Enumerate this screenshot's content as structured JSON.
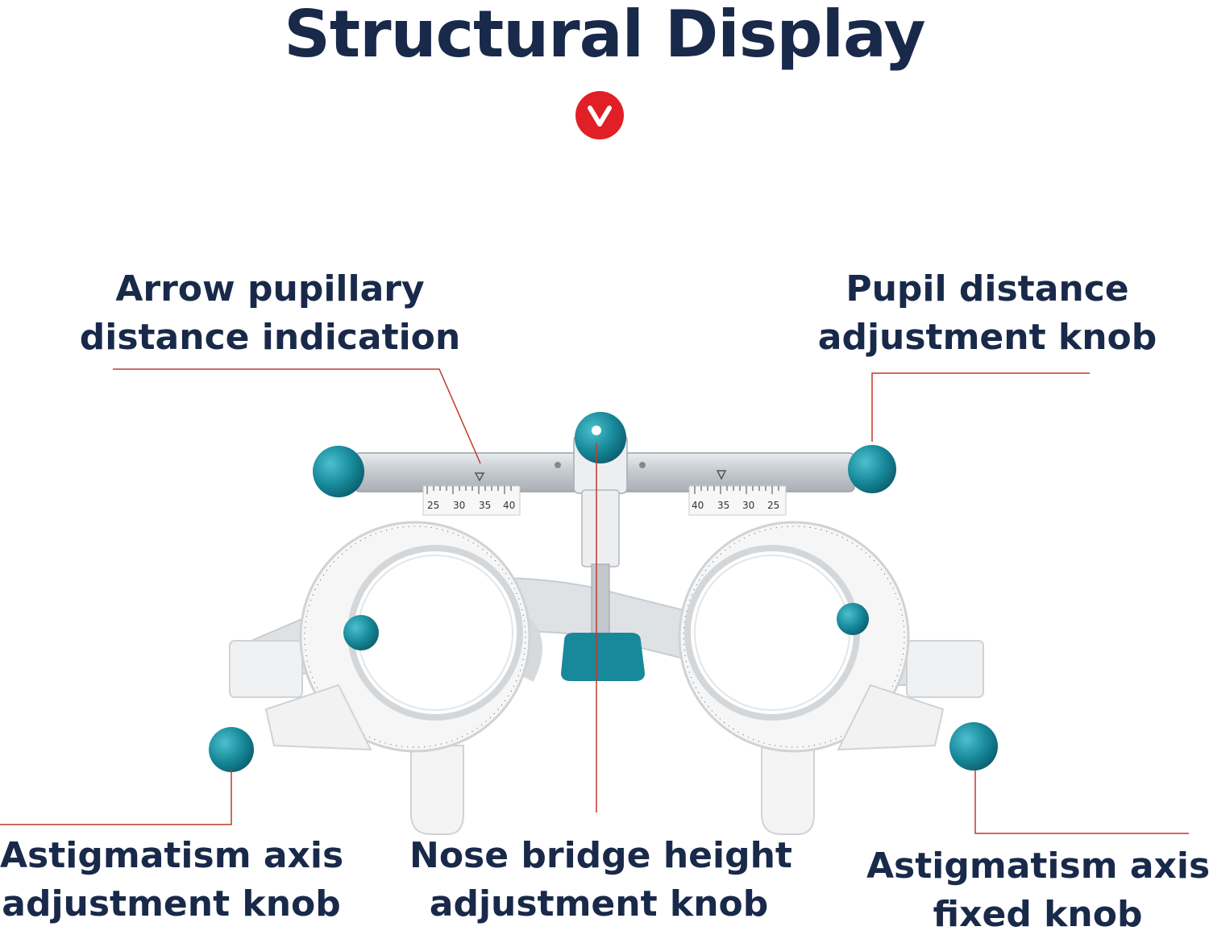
{
  "title": "Structural Display",
  "colors": {
    "title": "#19294a",
    "badge": "#e01f26",
    "leader": "#c0392b",
    "teal": "#17899a",
    "frame": "#f2f2f2",
    "metal": "#c9cdd1"
  },
  "icons": {
    "badge": "chevron-down-icon"
  },
  "labels": {
    "arrow_pd": {
      "line1": "Arrow pupillary",
      "line2": "distance indication"
    },
    "pd_knob": {
      "line1": "Pupil distance",
      "line2": "adjustment knob"
    },
    "axis_adj": {
      "line1": "Astigmatism axis",
      "line2": "adjustment knob"
    },
    "nose": {
      "line1": "Nose bridge height",
      "line2": "adjustment knob"
    },
    "axis_fixed": {
      "line1": "Astigmatism axis",
      "line2": "fixed knob"
    }
  },
  "scales": {
    "left_pd": [
      "25",
      "30",
      "35",
      "40"
    ],
    "right_pd": [
      "40",
      "35",
      "30",
      "25"
    ]
  }
}
